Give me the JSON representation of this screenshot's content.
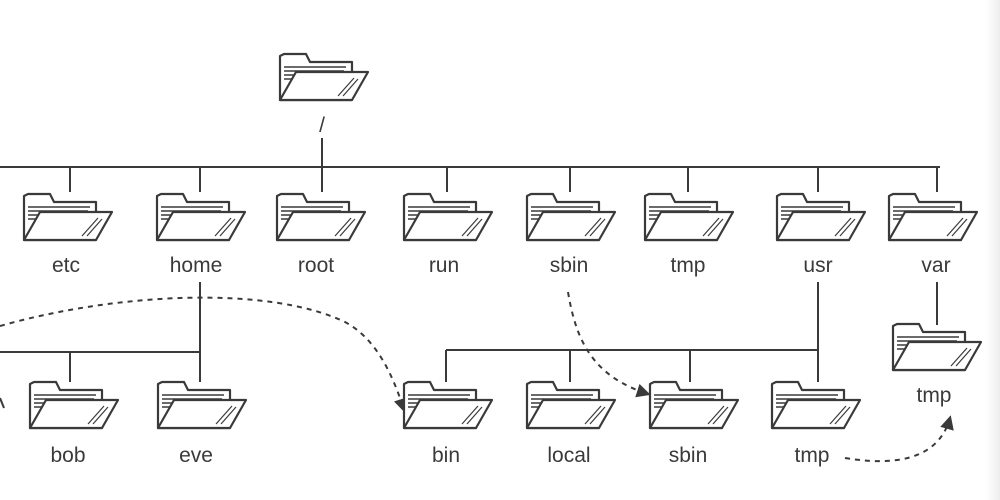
{
  "root": {
    "label": "/"
  },
  "top_dirs": [
    {
      "id": "etc",
      "label": "etc"
    },
    {
      "id": "home",
      "label": "home"
    },
    {
      "id": "root",
      "label": "root"
    },
    {
      "id": "run",
      "label": "run"
    },
    {
      "id": "sbin",
      "label": "sbin"
    },
    {
      "id": "tmp",
      "label": "tmp"
    },
    {
      "id": "usr",
      "label": "usr"
    },
    {
      "id": "var",
      "label": "var"
    }
  ],
  "home_children": [
    {
      "id": "bob",
      "label": "bob"
    },
    {
      "id": "eve",
      "label": "eve"
    }
  ],
  "usr_children": [
    {
      "id": "bin",
      "label": "bin"
    },
    {
      "id": "local",
      "label": "local"
    },
    {
      "id": "sbin",
      "label": "sbin"
    },
    {
      "id": "tmp",
      "label": "tmp"
    }
  ],
  "var_children": [
    {
      "id": "tmp",
      "label": "tmp"
    }
  ],
  "links": [
    {
      "from": "left-edge",
      "to": "usr/bin"
    },
    {
      "from": "sbin",
      "to": "usr/sbin"
    },
    {
      "from": "usr/tmp",
      "to": "var/tmp"
    }
  ],
  "colors": {
    "line": "#3a3a3a",
    "folder_fill": "#ffffff",
    "text": "#3a3a3a"
  }
}
